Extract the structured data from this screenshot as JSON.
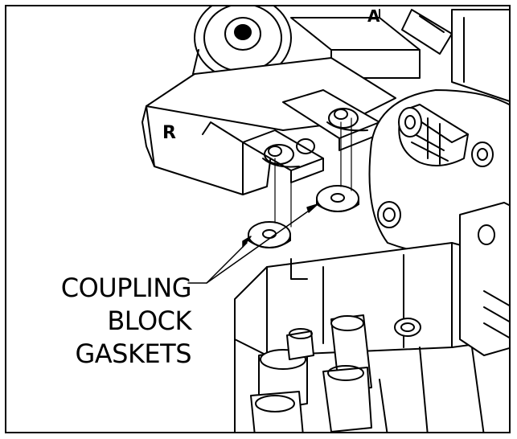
{
  "callout": {
    "lines": [
      "COUPLING",
      "BLOCK",
      "GASKETS"
    ]
  },
  "part_marks": {
    "left_block": "R",
    "top_block": "A"
  },
  "colors": {
    "line": "#000000",
    "background": "#ffffff"
  }
}
